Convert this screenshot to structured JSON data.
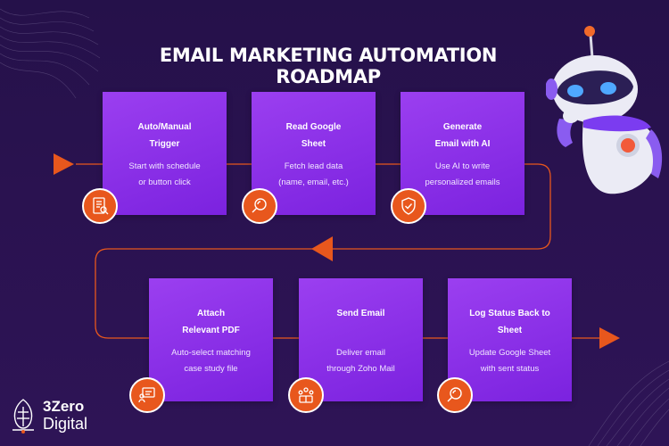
{
  "title": "EMAIL MARKETING AUTOMATION ROADMAP",
  "steps": [
    {
      "title_l1": "Auto/Manual",
      "title_l2": "Trigger",
      "desc_l1": "Start with schedule",
      "desc_l2": "or button click",
      "icon": "document-icon"
    },
    {
      "title_l1": "Read Google",
      "title_l2": "Sheet",
      "desc_l1": "Fetch lead data",
      "desc_l2": "(name, email, etc.)",
      "icon": "magnifier-icon"
    },
    {
      "title_l1": "Generate",
      "title_l2": "Email with AI",
      "desc_l1": "Use AI to write",
      "desc_l2": "personalized emails",
      "icon": "shield-check-icon"
    },
    {
      "title_l1": "Attach",
      "title_l2": "Relevant PDF",
      "desc_l1": "Auto-select matching",
      "desc_l2": "case study file",
      "icon": "presentation-icon"
    },
    {
      "title_l1": "Send Email",
      "title_l2": "",
      "desc_l1": "Deliver email",
      "desc_l2": "through Zoho Mail",
      "icon": "team-icon"
    },
    {
      "title_l1": "Log Status Back to",
      "title_l2": "Sheet",
      "desc_l1": "Update Google Sheet",
      "desc_l2": "with sent status",
      "icon": "search-icon"
    }
  ],
  "logo": {
    "line1": "3Zero",
    "line2": "Digital"
  },
  "colors": {
    "card": "#8a2be2",
    "accent": "#e8571d",
    "background": "#2a1250"
  }
}
